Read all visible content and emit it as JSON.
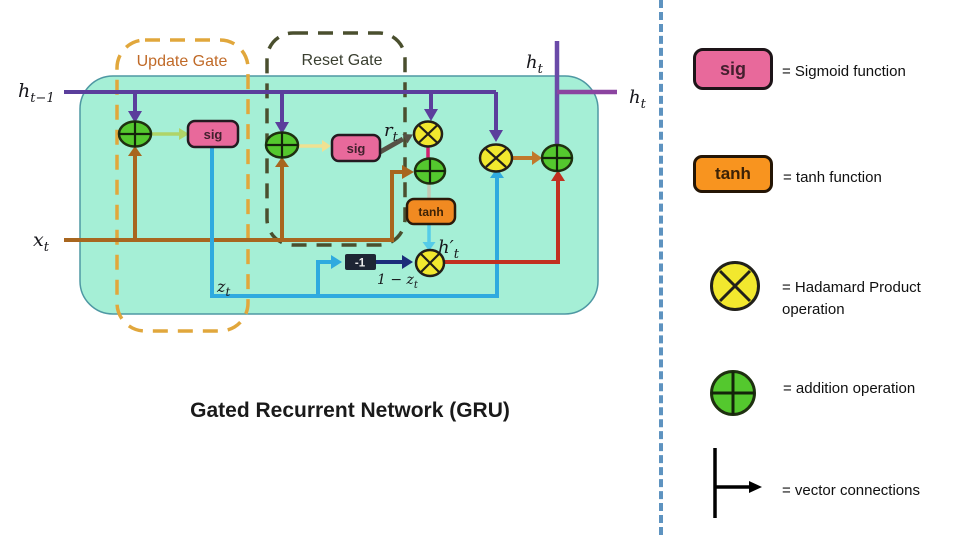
{
  "title": "Gated Recurrent Network (GRU)",
  "gates": {
    "update": "Update Gate",
    "reset": "Reset Gate"
  },
  "nodes": {
    "sig": "sig",
    "tanh": "tanh",
    "minus_one": "-1"
  },
  "labels": {
    "h_prev": {
      "base": "h",
      "sub": "t−1"
    },
    "x_t": {
      "base": "x",
      "sub": "t"
    },
    "h_t_top": {
      "base": "h",
      "sub": "t"
    },
    "h_t_right": {
      "base": "h",
      "sub": "t"
    },
    "r_t": {
      "base": "r",
      "sub": "t"
    },
    "z_t": {
      "base": "z",
      "sub": "t"
    },
    "h_prime_t": {
      "base": "h′",
      "sub": "t"
    },
    "one_minus_z_t": {
      "base": "1 − z",
      "sub": "t"
    }
  },
  "legend": {
    "sig_label": "sig",
    "tanh_label": "tanh",
    "rows": [
      {
        "icon": "sig-box",
        "text": "= Sigmoid function"
      },
      {
        "icon": "tanh-box",
        "text": "= tanh function"
      },
      {
        "icon": "hadamard-circle",
        "text": "= Hadamard Product operation"
      },
      {
        "icon": "addition-circle",
        "text": "= addition operation"
      },
      {
        "icon": "vector-arrow",
        "text": "= vector connections"
      }
    ]
  },
  "colors": {
    "cell_fill": "#A5EFD6",
    "cell_border": "#4E98A3",
    "purple": "#5B3E9C",
    "purple_out": "#8B44A0",
    "brown": "#A8661F",
    "cyan": "#2FAADF",
    "cyan_light": "#55CCE8",
    "red": "#C13020",
    "navy": "#1B2D7A",
    "orange_arrow": "#C1782B",
    "green_node": "#54C82E",
    "yellow_node": "#F2E82E",
    "pink_box": "#E8699B",
    "orange_box": "#F18A21",
    "minus_box": "#1D2534",
    "update_gate": "#E1A73C",
    "update_gate_text": "#C06A28",
    "reset_gate": "#4A4F2E",
    "divider": "#5E93C0",
    "gray_arrow": "#565246",
    "lightgreen_arrow": "#AFD468",
    "paleyellow_arrow": "#EFE192",
    "magenta_link": "#D1206E",
    "gray_link": "#C3C9B4"
  }
}
